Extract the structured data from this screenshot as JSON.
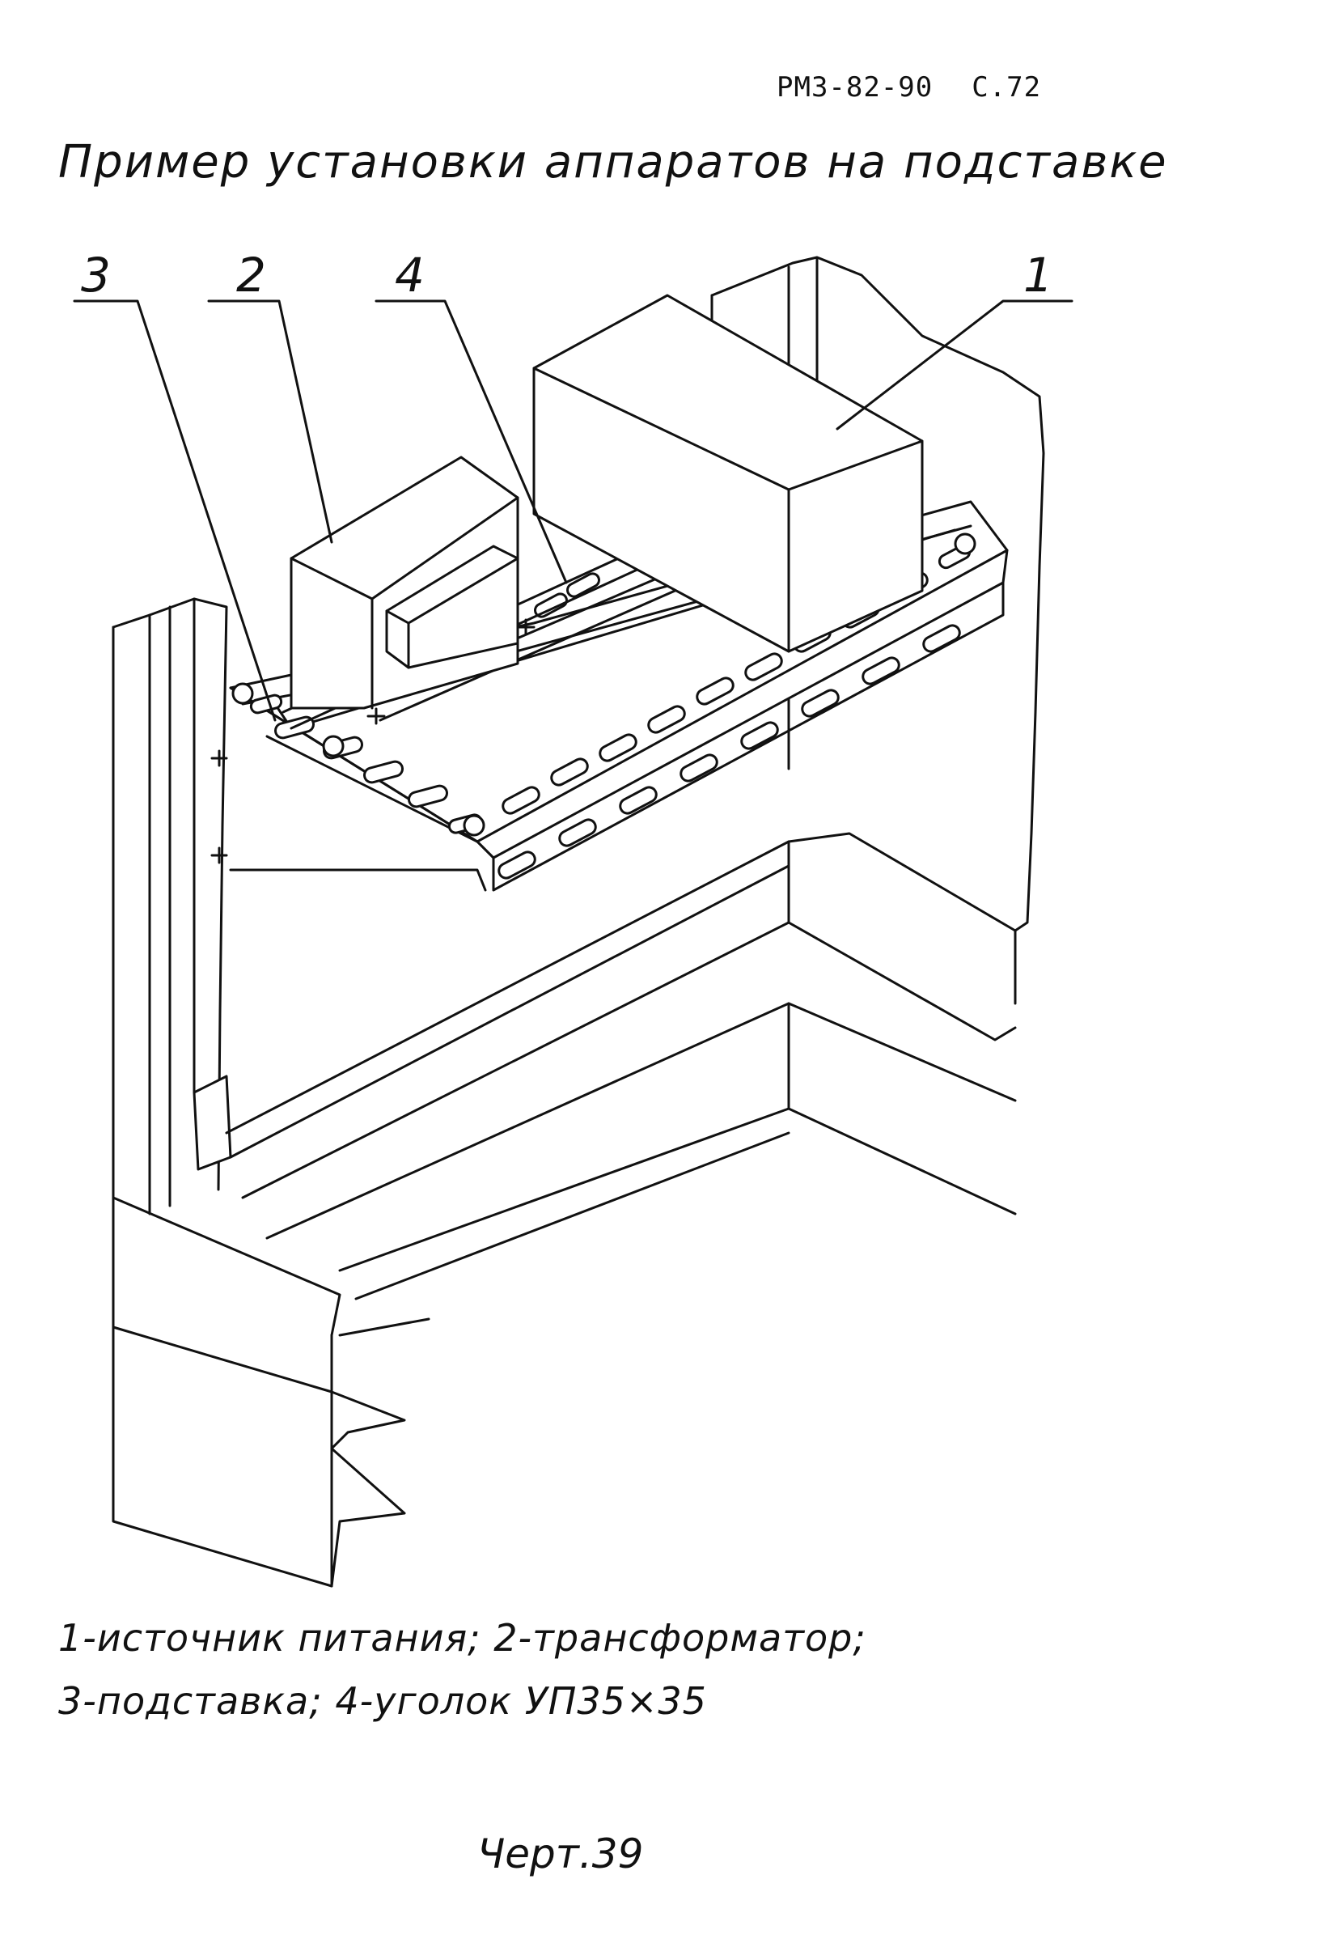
{
  "header": {
    "doc_code": "РМЗ-82-90",
    "page": "С.72"
  },
  "title": "Пример установки аппаратов на подставке",
  "callouts": [
    "3",
    "2",
    "4",
    "1"
  ],
  "legend": {
    "line1": "1-источник питания; 2-трансформатор;",
    "line2": "3-подставка; 4-уголок УП35×35"
  },
  "caption": "Черт.39"
}
